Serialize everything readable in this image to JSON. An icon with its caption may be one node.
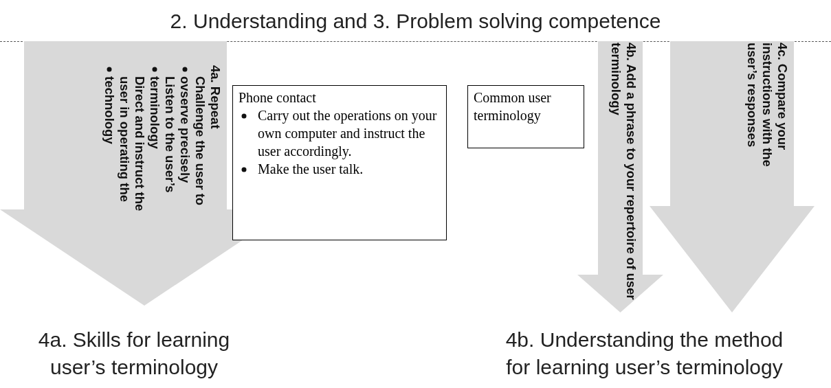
{
  "diagram": {
    "title": "2. Understanding and 3. Problem solving competence",
    "nodes": [
      {
        "text": [
          "4a. Repeat",
          "Challenge the user to ovserve precisely",
          "Listen to the user’s terminology",
          "Direct and instruct the user in operating the technology"
        ]
      },
      {
        "text": [
          "Phone contact",
          "Carry out the operations on your own computer and instruct the user accordingly.",
          "Make the user talk."
        ]
      },
      {
        "text": [
          "Common user terminology"
        ]
      },
      {
        "text": [
          "4b. Add a phrase to your repertoire of user terminology"
        ]
      },
      {
        "text": [
          "4c. Compare your instructions with the user’s responses"
        ]
      }
    ],
    "edges": [],
    "labels": [
      "4a. Skills for learning user’s terminology",
      "4b. Understanding the method for learning user’s terminology"
    ]
  }
}
